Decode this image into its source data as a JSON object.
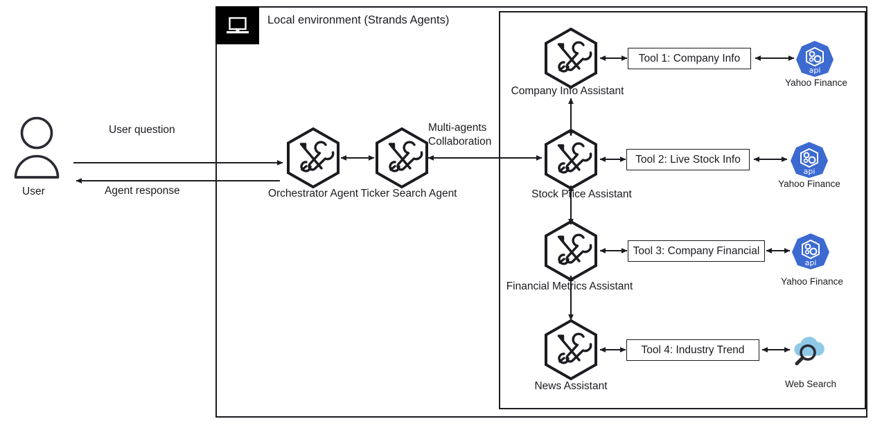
{
  "environment": {
    "title": "Local environment (Strands Agents)",
    "icon": "laptop-icon"
  },
  "actors": {
    "user": {
      "label": "User",
      "icon": "user-avatar-icon"
    }
  },
  "flows": {
    "user_question": "User question",
    "agent_response": "Agent response",
    "multi_agents_line1": "Multi-agents",
    "multi_agents_line2": "Collaboration"
  },
  "agents": [
    {
      "label": "Orchestrator Agent",
      "icon": "tools-hexagon-icon"
    },
    {
      "label": "Ticker Search Agent",
      "icon": "tools-hexagon-icon"
    }
  ],
  "assistants": [
    {
      "label": "Company Info Assistant",
      "icon": "tools-hexagon-icon"
    },
    {
      "label": "Stock Price Assistant",
      "icon": "tools-hexagon-icon"
    },
    {
      "label": "Financial Metrics Assistant",
      "icon": "tools-hexagon-icon"
    },
    {
      "label": "News Assistant",
      "icon": "tools-hexagon-icon"
    }
  ],
  "tools": [
    {
      "label": "Tool 1: Company Info"
    },
    {
      "label": "Tool 2: Live Stock Info"
    },
    {
      "label": "Tool 3: Company Financial"
    },
    {
      "label": "Tool 4: Industry Trend"
    }
  ],
  "services": [
    {
      "label": "Yahoo Finance",
      "icon": "api-gears-icon",
      "badge": "api"
    },
    {
      "label": "Yahoo Finance",
      "icon": "api-gears-icon",
      "badge": "api"
    },
    {
      "label": "Yahoo Finance",
      "icon": "api-gears-icon",
      "badge": "api"
    },
    {
      "label": "Web Search",
      "icon": "cloud-search-icon",
      "badge": ""
    }
  ],
  "colors": {
    "stroke": "#1b1b20",
    "api_blue": "#3c6ad0",
    "api_blue_light": "#4a7ee0",
    "cloud_blue": "#8ecae6",
    "background": "#ffffff"
  }
}
